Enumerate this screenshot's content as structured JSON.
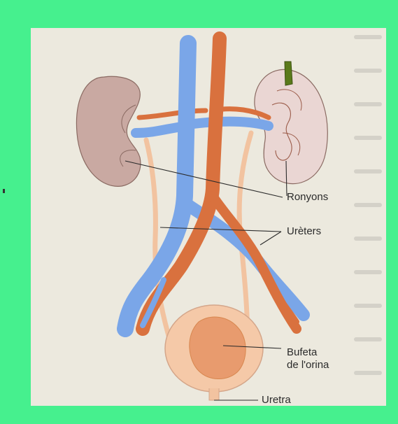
{
  "labels": {
    "kidneys": "Ronyons",
    "ureters": "Urèters",
    "bladder_line1": "Bufeta",
    "bladder_line2": "de l'orina",
    "urethra": "Uretra"
  },
  "colors": {
    "background_border": "#46f08e",
    "panel": "#ece9de",
    "vein": "#7aa6e8",
    "artery": "#d9713e",
    "kidney": "#c9a9a2",
    "ureter": "#f2c3a0",
    "bladder": "#f5c9a8"
  }
}
